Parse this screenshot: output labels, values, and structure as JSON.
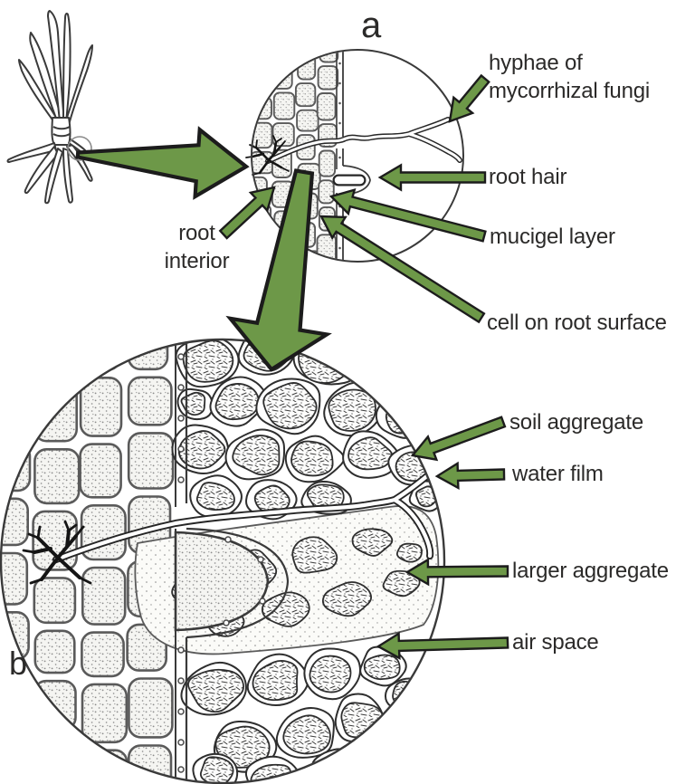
{
  "panels": {
    "a": "a",
    "b": "b"
  },
  "labels": {
    "hyphae_line1": "hyphae of",
    "hyphae_line2": "mycorrhizal fungi",
    "root_hair": "root hair",
    "mucigel_layer": "mucigel layer",
    "cell_on_root_surface": "cell on root surface",
    "root_interior_line1": "root",
    "root_interior_line2": "interior",
    "soil_aggregate": "soil aggregate",
    "water_film": "water film",
    "larger_aggregate": "larger aggregate",
    "air_space": "air space"
  },
  "colors": {
    "arrow_green": "#6d9848",
    "outline_dark": "#1c1c1c",
    "line_gray": "#3a3a3a",
    "text": "#2b2a29"
  }
}
